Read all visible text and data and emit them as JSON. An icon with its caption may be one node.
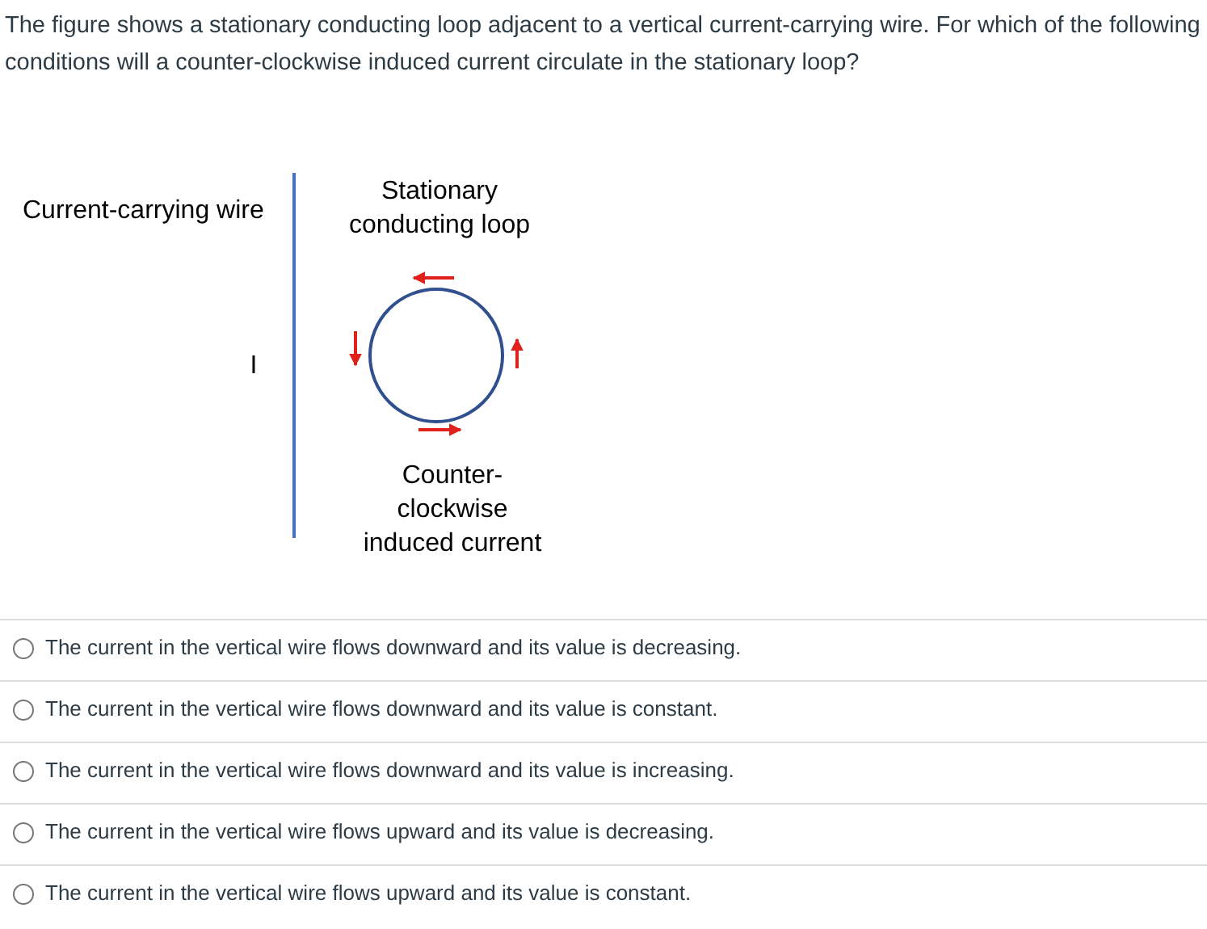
{
  "diagram": {
    "title": "The figure shows a stationary conducting loop adjacent to a vertical current-carrying wire.  For which of the following conditions will a counter-clockwise induced current circulate in the stationary loop?",
    "nodes": [
      {
        "text": [],
        "shape": "circle"
      }
    ],
    "labels": [
      "Current-carrying wire",
      "Stationary conducting loop",
      "I",
      "Counter-clockwise induced current",
      "The current in the vertical wire flows downward and its value is decreasing.",
      "The current in the vertical wire flows downward and its value is constant.",
      "The current in the vertical wire flows downward and its value is increasing.",
      "The current in the vertical wire flows upward and its value is decreasing.",
      "The current in the vertical wire flows upward and its value is constant."
    ]
  }
}
